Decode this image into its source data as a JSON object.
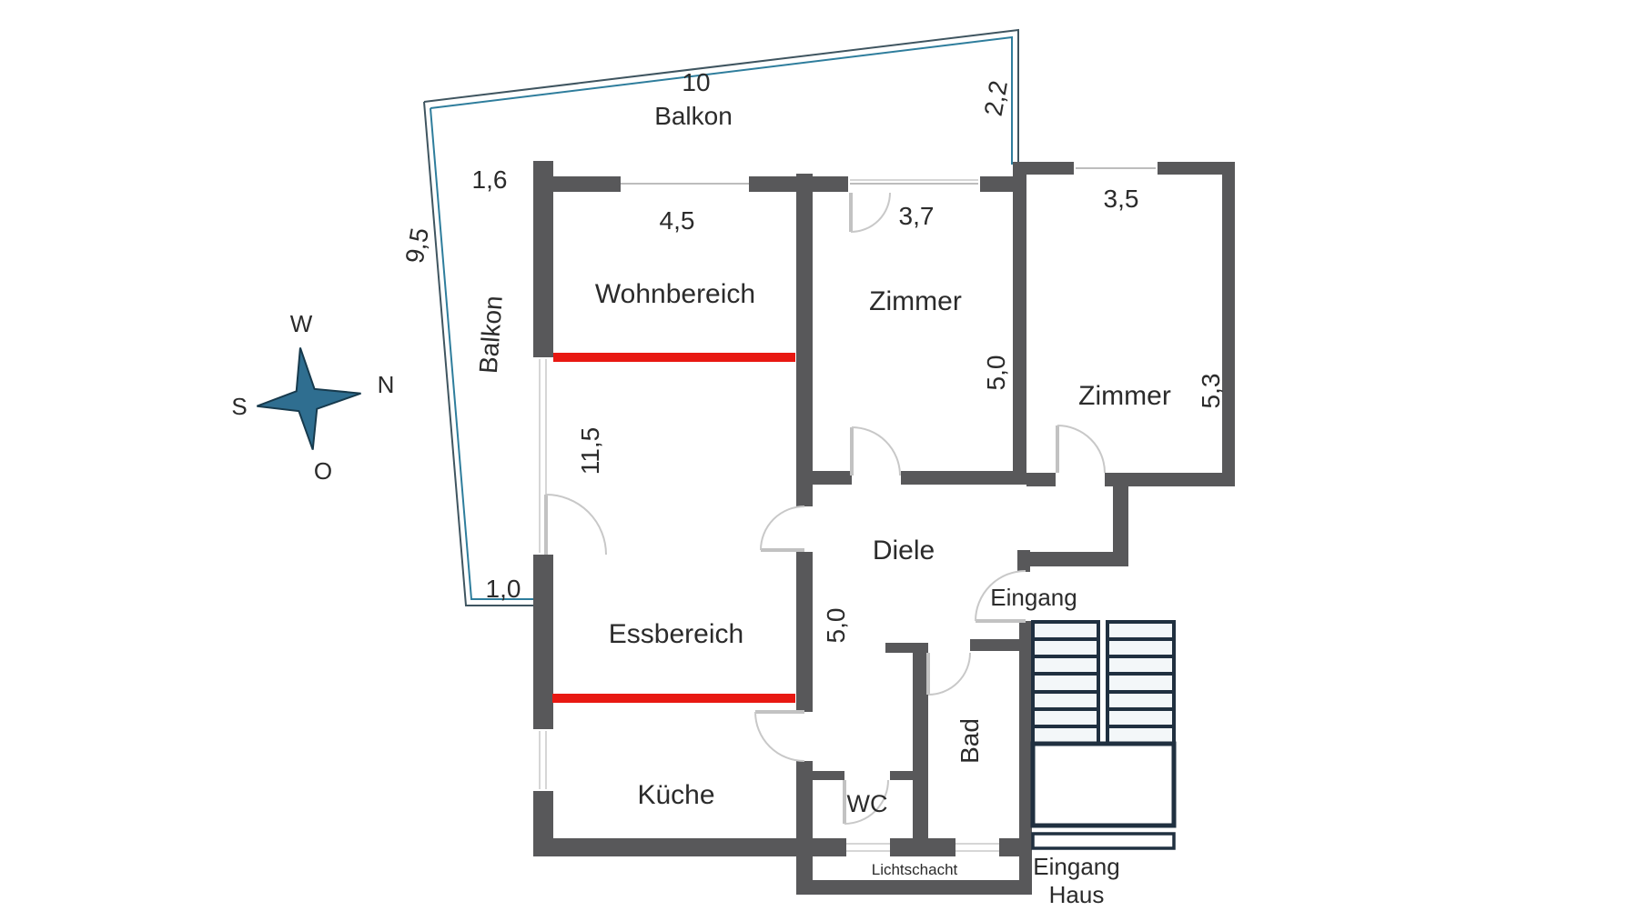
{
  "floor_plan": {
    "balcony": {
      "name_top": "Balkon",
      "name_side": "Balkon",
      "top_length": "10",
      "right_depth": "2,2",
      "left_length": "9,5",
      "top_left_width": "1,6",
      "bottom_width": "1,0"
    },
    "rooms": [
      {
        "name": "Wohnbereich",
        "width_label": "4,5"
      },
      {
        "name": "Zimmer",
        "width_label": "3,7",
        "depth_label": "5,0"
      },
      {
        "name": "Zimmer",
        "width_label": "3,5",
        "depth_label": "5,3"
      },
      {
        "name": "Diele",
        "depth_label": "5,0"
      },
      {
        "name": "Essbereich",
        "depth_label": "11,5"
      },
      {
        "name": "Küche"
      },
      {
        "name": "Bad"
      },
      {
        "name": "WC"
      }
    ],
    "entrance": {
      "apartment": "Eingang",
      "house_line1": "Eingang",
      "house_line2": "Haus",
      "light_shaft": "Lichtschacht"
    },
    "compass": {
      "top": "W",
      "right": "N",
      "left": "S",
      "bottom": "O"
    },
    "colors": {
      "wall": "#58585a",
      "marker_red": "#e81812",
      "balcony_teal": "#2e7d9c",
      "stairs_navy": "#203040",
      "text": "#2b2b2b"
    }
  }
}
